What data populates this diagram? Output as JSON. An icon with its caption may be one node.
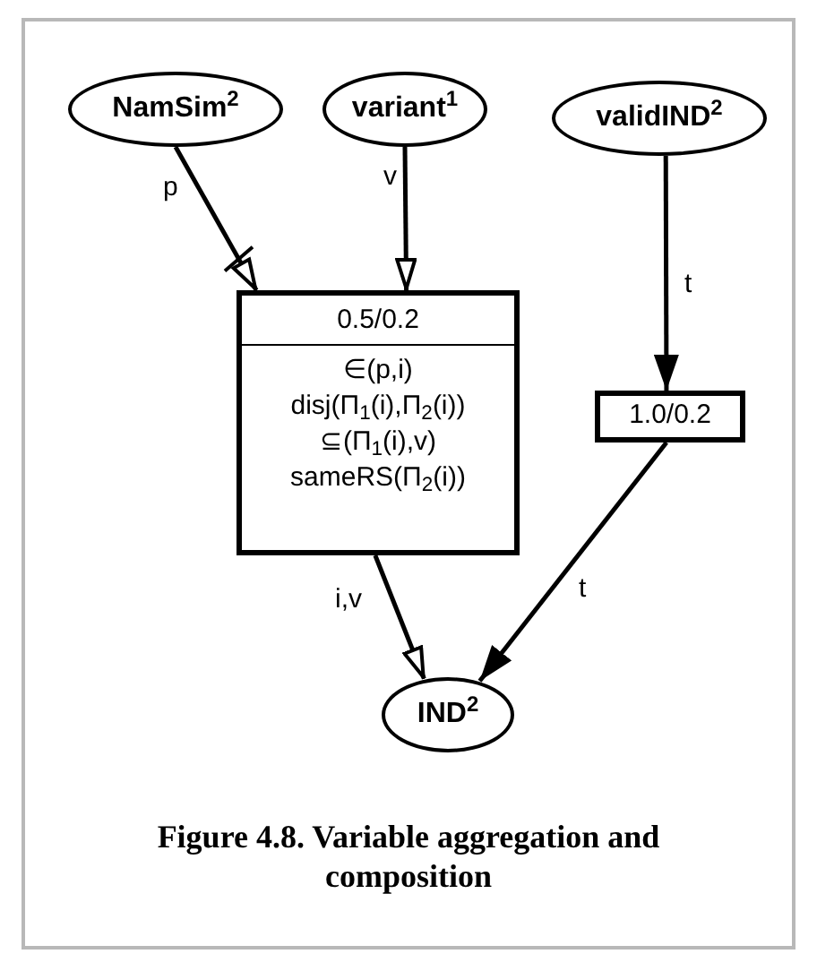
{
  "diagram": {
    "caption": "Figure 4.8.  Variable aggregation and composition",
    "nodes": [
      {
        "text": [
          "NamSim$^{2}$"
        ]
      },
      {
        "text": [
          "variant$^{1}$"
        ]
      },
      {
        "text": [
          "validIND$^{2}$"
        ]
      },
      {
        "text": [
          "0.5/0.2",
          "∈(p,i)",
          "disj(Π$_{1}$(i),Π$_{2}$(i))",
          "⊆(Π$_{1}$(i),v)",
          "sameRS(Π$_{2}$(i))"
        ]
      },
      {
        "text": [
          "1.0/0.2"
        ]
      },
      {
        "text": [
          "IND$^{2}$"
        ]
      }
    ],
    "edges": [
      {
        "from": 0,
        "to": 3,
        "arrow": "to",
        "label": "p"
      },
      {
        "from": 1,
        "to": 3,
        "arrow": "to",
        "label": "v"
      },
      {
        "from": 2,
        "to": 4,
        "arrow": "to",
        "label": "t"
      },
      {
        "from": 3,
        "to": 5,
        "arrow": "to",
        "label": "i,v"
      },
      {
        "from": 4,
        "to": 5,
        "arrow": "to",
        "label": "t"
      }
    ]
  }
}
